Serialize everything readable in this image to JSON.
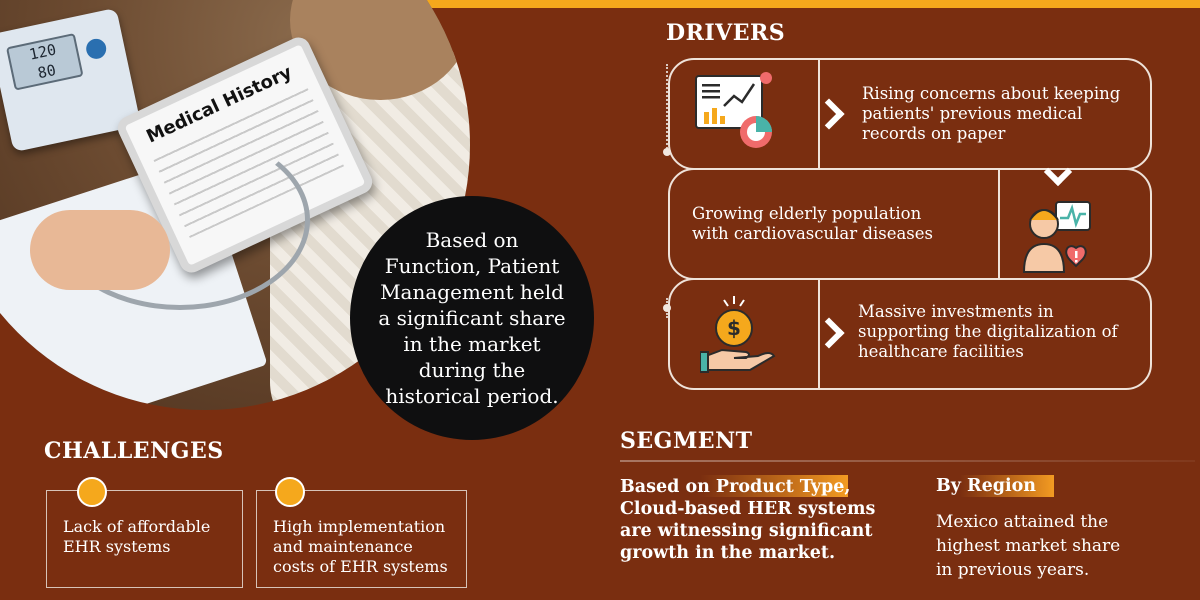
{
  "callout": {
    "text": "Based on Function, Patient Management held a significant share in the market during the historical period."
  },
  "photo": {
    "bp_reading": "120\n80",
    "tablet_title": "Medical History"
  },
  "drivers": {
    "title": "DRIVERS",
    "items": [
      {
        "text": "Rising concerns about keeping patients' previous medical records on paper",
        "icon": "analytics-report-icon"
      },
      {
        "text": "Growing elderly population with cardiovascular diseases",
        "icon": "elderly-heart-monitor-icon"
      },
      {
        "text": "Massive investments in supporting the digitalization of healthcare facilities",
        "icon": "investment-hand-coin-icon"
      }
    ]
  },
  "challenges": {
    "title": "CHALLENGES",
    "items": [
      {
        "text": "Lack of affordable EHR systems"
      },
      {
        "text": "High implementation and maintenance costs of EHR systems"
      }
    ]
  },
  "segment": {
    "title": "SEGMENT",
    "product_type": {
      "heading": "Based on Product Type,",
      "text": "Cloud-based HER systems are witnessing significant growth in the market."
    },
    "region": {
      "heading": "By Region",
      "text": "Mexico attained the highest market share in previous years."
    }
  },
  "colors": {
    "background": "#7a2e10",
    "accent": "#f5a81c",
    "callout": "#0f0f10"
  }
}
